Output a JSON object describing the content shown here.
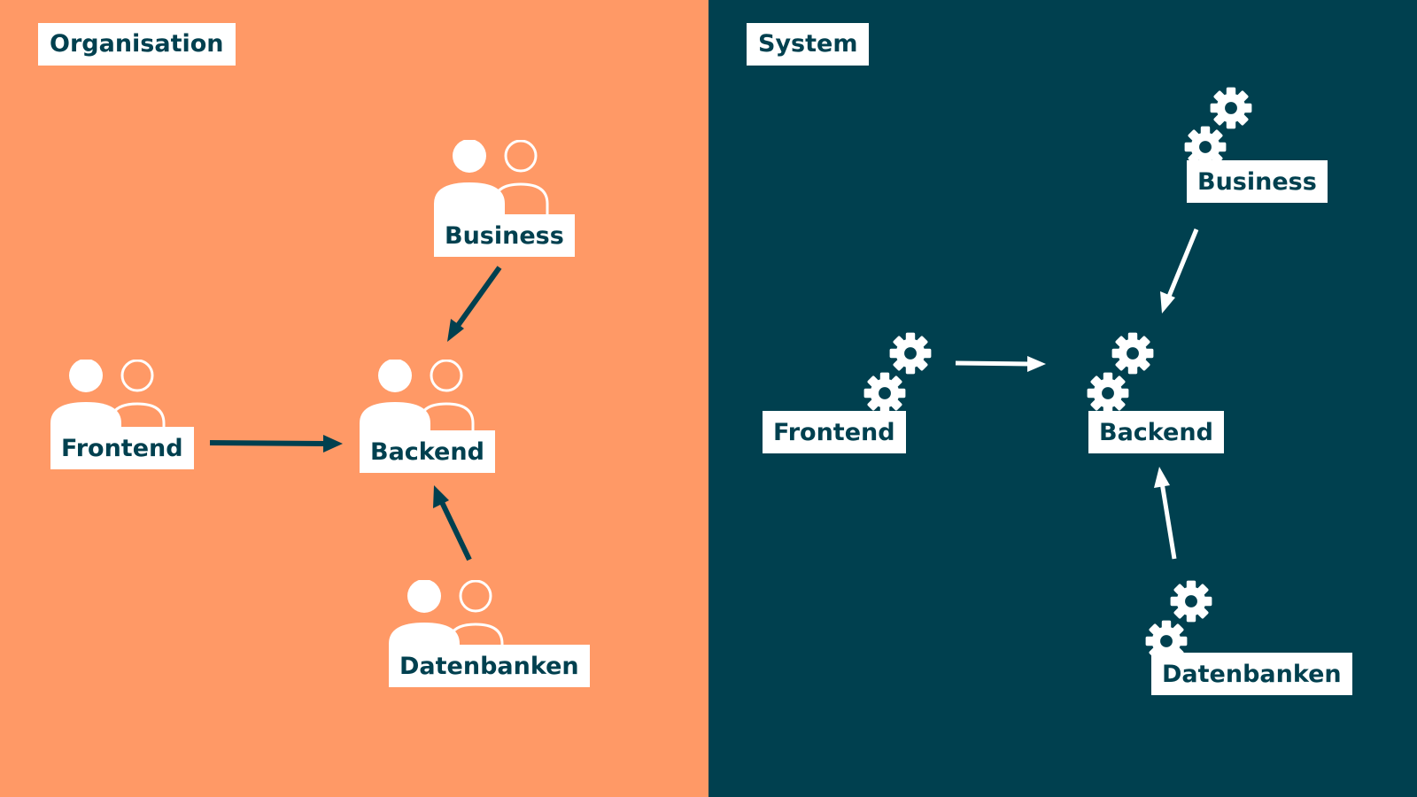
{
  "colors": {
    "organisation_bg": "#ff9966",
    "system_bg": "#00404f",
    "box_bg": "#ffffff",
    "text": "#00404f",
    "arrow_dark": "#00404f",
    "arrow_light": "#ffffff"
  },
  "organisation": {
    "title": "Organisation",
    "icon": "people-icon",
    "nodes": {
      "business": "Business",
      "frontend": "Frontend",
      "backend": "Backend",
      "datenbanken": "Datenbanken"
    },
    "edges": [
      {
        "from": "Business",
        "to": "Backend"
      },
      {
        "from": "Frontend",
        "to": "Backend"
      },
      {
        "from": "Datenbanken",
        "to": "Backend"
      }
    ]
  },
  "system": {
    "title": "System",
    "icon": "gears-icon",
    "nodes": {
      "business": "Business",
      "frontend": "Frontend",
      "backend": "Backend",
      "datenbanken": "Datenbanken"
    },
    "edges": [
      {
        "from": "Business",
        "to": "Backend"
      },
      {
        "from": "Frontend",
        "to": "Backend"
      },
      {
        "from": "Datenbanken",
        "to": "Backend"
      }
    ]
  }
}
